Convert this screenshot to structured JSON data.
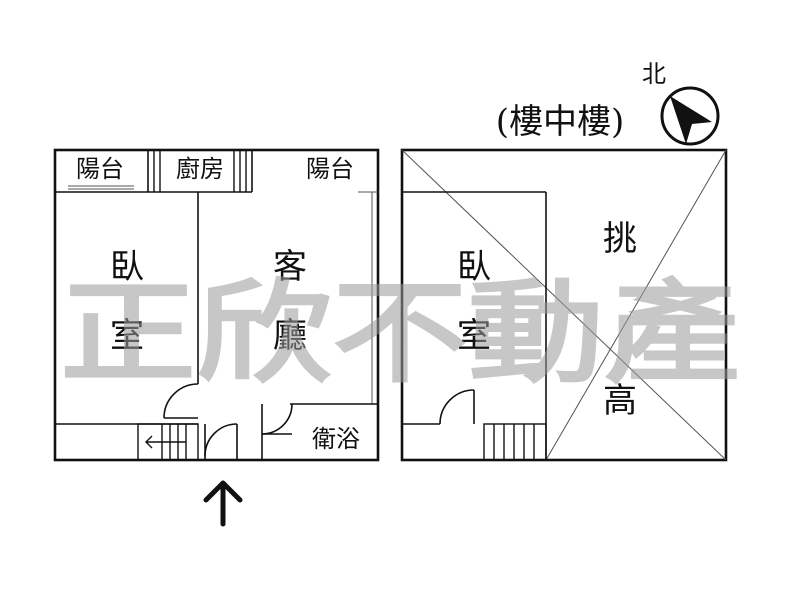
{
  "title": "(樓中樓)",
  "compass": {
    "label": "北",
    "icon": "north-arrow-icon"
  },
  "watermark": "正欣不動產",
  "entrance": {
    "icon": "entrance-arrow-icon"
  },
  "ground_floor": {
    "rooms": {
      "balcony_left": "陽台",
      "kitchen": "廚房",
      "balcony_right": "陽台",
      "bedroom_line1": "臥",
      "bedroom_line2": "室",
      "living_line1": "客",
      "living_line2": "廳",
      "bathroom": "衛浴"
    }
  },
  "mezzanine": {
    "rooms": {
      "bedroom_line1": "臥",
      "bedroom_line2": "室",
      "high_ceiling_line1": "挑",
      "high_ceiling_line2": "高"
    }
  }
}
